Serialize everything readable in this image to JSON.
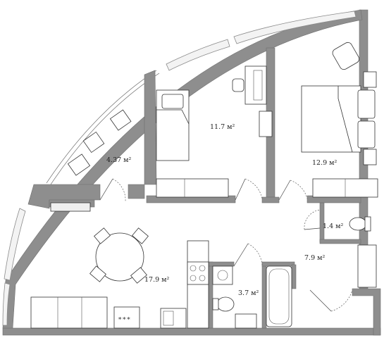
{
  "rooms": [
    {
      "id": "bedroom-small",
      "area": "11.7 м²"
    },
    {
      "id": "bedroom-large",
      "area": "12.9 м²"
    },
    {
      "id": "balcony",
      "area": "4.37 м²"
    },
    {
      "id": "toilet",
      "area": "1.4 м²"
    },
    {
      "id": "hallway",
      "area": "7.9 м²"
    },
    {
      "id": "kitchen-living",
      "area": "17.9 м²"
    },
    {
      "id": "bathroom",
      "area": "3.7 м²"
    }
  ],
  "colors": {
    "wall": "#8e8e8e",
    "window": "#f3f3f3",
    "line": "#333333"
  }
}
